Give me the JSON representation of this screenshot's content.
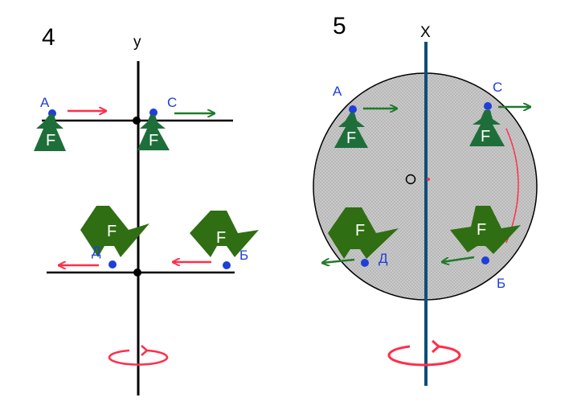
{
  "colors": {
    "force_green": "#1e6e3a",
    "arrow_green": "#1f7a2a",
    "arrow_red": "#ff2e4a",
    "point_blue": "#1f3fd8",
    "disk_fill": "#c9c9c9",
    "axis_dark_blue": "#0d4f7a"
  },
  "panel4": {
    "number": "4",
    "axis_label": "y",
    "top_points": [
      {
        "label": "А",
        "force_label": "F"
      },
      {
        "label": "С",
        "force_label": "F"
      }
    ],
    "bottom_points": [
      {
        "label": "Д",
        "force_label": "F"
      },
      {
        "label": "Б",
        "force_label": "F"
      }
    ],
    "rotation_icon": "rotation-arrow-icon"
  },
  "panel5": {
    "number": "5",
    "axis_label": "X",
    "center_label": "O",
    "top_points": [
      {
        "label": "А",
        "force_label": "F"
      },
      {
        "label": "С",
        "force_label": "F"
      }
    ],
    "bottom_points": [
      {
        "label": "Д",
        "force_label": "F"
      },
      {
        "label": "Б",
        "force_label": "F"
      }
    ],
    "rotation_icon": "rotation-arrow-icon"
  }
}
